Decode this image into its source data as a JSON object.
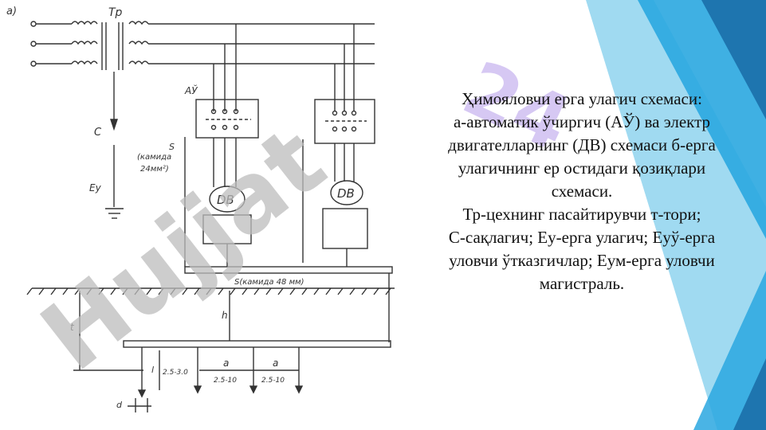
{
  "diagram": {
    "fig_label": "а)",
    "transformer_label": "Тр",
    "breaker_label": "АЎ",
    "fuse_label": "С",
    "earth_label": "Еу",
    "cable_label_1": "S",
    "cable_section_1": "(камида",
    "cable_section_2": "24мм²)",
    "bus_label": "S(камида 48 мм)",
    "motor_label_1": "DB",
    "motor_label_2": "DB",
    "depth_t": "t",
    "depth_h": "h",
    "rod_l": "l",
    "rod_l_range": "2.5-3.0",
    "spacing_a1": "a",
    "spacing_a1_range": "2.5-10",
    "spacing_a2": "a",
    "spacing_a2_range": "2.5-10",
    "rod_d": "d"
  },
  "caption": {
    "line1": "Ҳимояловчи ерга улагич схемаси:",
    "line2": "а-автоматик ўчиргич (АЎ) ва электр",
    "line3": "двигателларнинг (ДВ) схемаси б-ерга",
    "line4": "улагичнинг ер остидаги қозиқлари",
    "line5": "схемаси.",
    "line6": "Тр-цехнинг пасайтирувчи т-тори;",
    "line7": "С-сақлагич; Еу-ерга улагич; Еуў-ерга",
    "line8": "уловчи ўтказгичлар; Еум-ерга уловчи",
    "line9": "магистраль."
  },
  "watermark": {
    "text": "Hujjat",
    "logo_text": "24"
  },
  "colors": {
    "accent_light": "#8fd3ef",
    "accent_mid": "#2aa7e0",
    "accent_dark": "#1b6fa8",
    "watermark_gray": "#bdbdbd",
    "watermark_violet": "#c9b6f0"
  }
}
